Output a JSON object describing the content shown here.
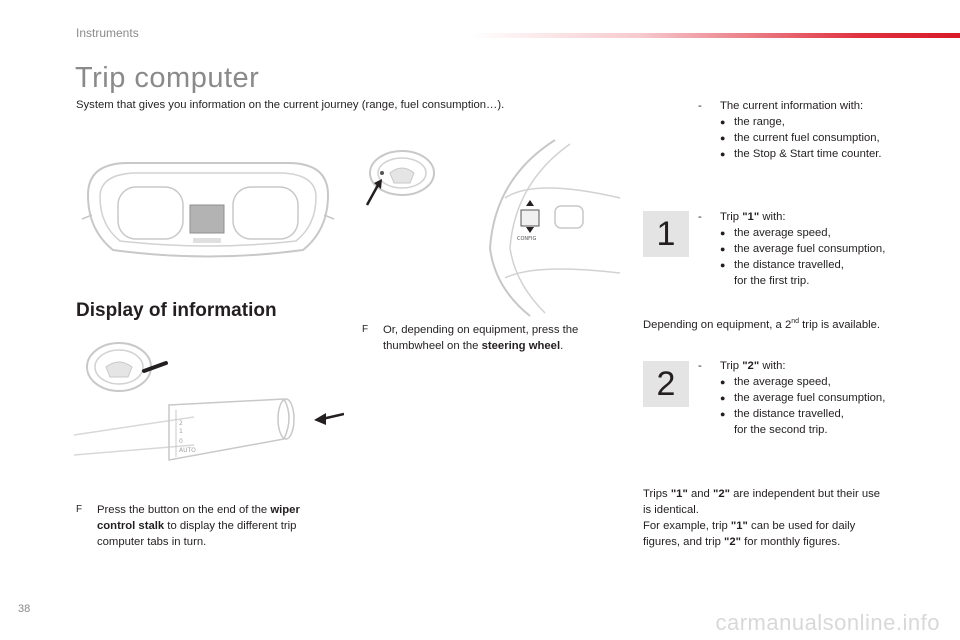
{
  "header": {
    "section": "Instruments",
    "title": "Trip computer",
    "intro": "System that gives you information on the current journey (range, fuel consumption…)."
  },
  "display": {
    "heading": "Display of information",
    "marker": "F",
    "steering_pre": "Or, depending on equipment, press the thumbwheel on the ",
    "steering_bold": "steering wheel",
    "steering_post": ".",
    "wiper_pre": "Press the button on the end of the ",
    "wiper_bold": "wiper control stalk",
    "wiper_post": " to display the different trip computer tabs in turn.",
    "config_label": "CONFIG",
    "stalk_marks": [
      "2",
      "1",
      "0",
      "AUTO"
    ]
  },
  "current": {
    "dash": "-",
    "head": "The current information with:",
    "items": [
      "the range,",
      "the current fuel consumption,",
      "the Stop & Start time counter."
    ]
  },
  "trip1": {
    "dash": "-",
    "head_pre": "Trip ",
    "head_num": "\"1\"",
    "head_post": " with:",
    "icon": "1",
    "items": [
      "the average speed,",
      "the average fuel consumption,",
      "the distance travelled,"
    ],
    "last_line": "for the first trip."
  },
  "second_trip_note": {
    "pre": "Depending on equipment, a 2",
    "sup": "nd",
    "post": " trip is available."
  },
  "trip2": {
    "dash": "-",
    "head_pre": "Trip ",
    "head_num": "\"2\"",
    "head_post": " with:",
    "icon": "2",
    "items": [
      "the average speed,",
      "the average fuel consumption,",
      "the distance travelled,"
    ],
    "last_line": "for the second trip."
  },
  "independence": {
    "l1_a": "Trips ",
    "l1_b": "\"1\"",
    "l1_c": " and ",
    "l1_d": "\"2\"",
    "l1_e": " are independent but their use",
    "l2": "is identical.",
    "l3_a": "For example, trip ",
    "l3_b": "\"1\"",
    "l3_c": " can be used for daily",
    "l4_a": "figures, and trip ",
    "l4_b": "\"2\"",
    "l4_c": " for monthly figures."
  },
  "footer": {
    "page_number": "38",
    "watermark": "carmanualsonline.info"
  }
}
